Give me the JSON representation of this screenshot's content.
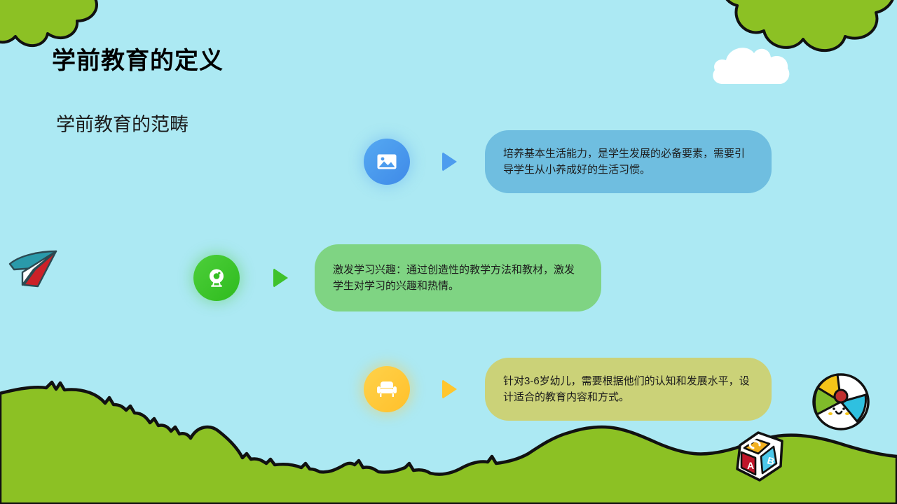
{
  "slide": {
    "title": "学前教育的定义",
    "subtitle": "学前教育的范畴",
    "background_color": "#ace9f3",
    "grass_color": "#8cc124",
    "outline_color": "#111111"
  },
  "items": [
    {
      "icon": "image-icon",
      "icon_circle_color": "#4d9cee",
      "arrow_color": "#4d9cee",
      "bubble_color": "#6fbee0",
      "text": "培养基本生活能力，是学生发展的必备要素，需要引导学生从小养成好的生活习惯。"
    },
    {
      "icon": "webcam-icon",
      "icon_circle_color": "#3fc22c",
      "arrow_color": "#3fc22c",
      "bubble_color": "#7fd483",
      "text": "激发学习兴趣：通过创造性的教学方法和教材，激发学生对学习的兴趣和热情。"
    },
    {
      "icon": "armchair-icon",
      "icon_circle_color": "#ffc62e",
      "arrow_color": "#ffc62e",
      "bubble_color": "#cbd278",
      "text": "针对3-6岁幼儿，需要根据他们的认知和发展水平，设计适合的教育内容和方式。"
    }
  ],
  "decorations": [
    {
      "name": "bush-top-left",
      "color": "#8cc124"
    },
    {
      "name": "bush-top-right",
      "color": "#8cc124"
    },
    {
      "name": "cloud",
      "color": "#ffffff"
    },
    {
      "name": "grass-hill",
      "color": "#8cc124"
    },
    {
      "name": "paper-plane",
      "colors": [
        "#2a9aaa",
        "#ffffff",
        "#cc2128"
      ]
    },
    {
      "name": "beach-ball",
      "colors": [
        "#ffffff",
        "#f5c518",
        "#2fc0e0",
        "#7fbb2a",
        "#c0302f"
      ]
    },
    {
      "name": "alphabet-block",
      "letters": [
        "A",
        "B",
        "C"
      ],
      "colors": [
        "#c0152a",
        "#4cc8ea",
        "#f2b01e"
      ]
    }
  ]
}
